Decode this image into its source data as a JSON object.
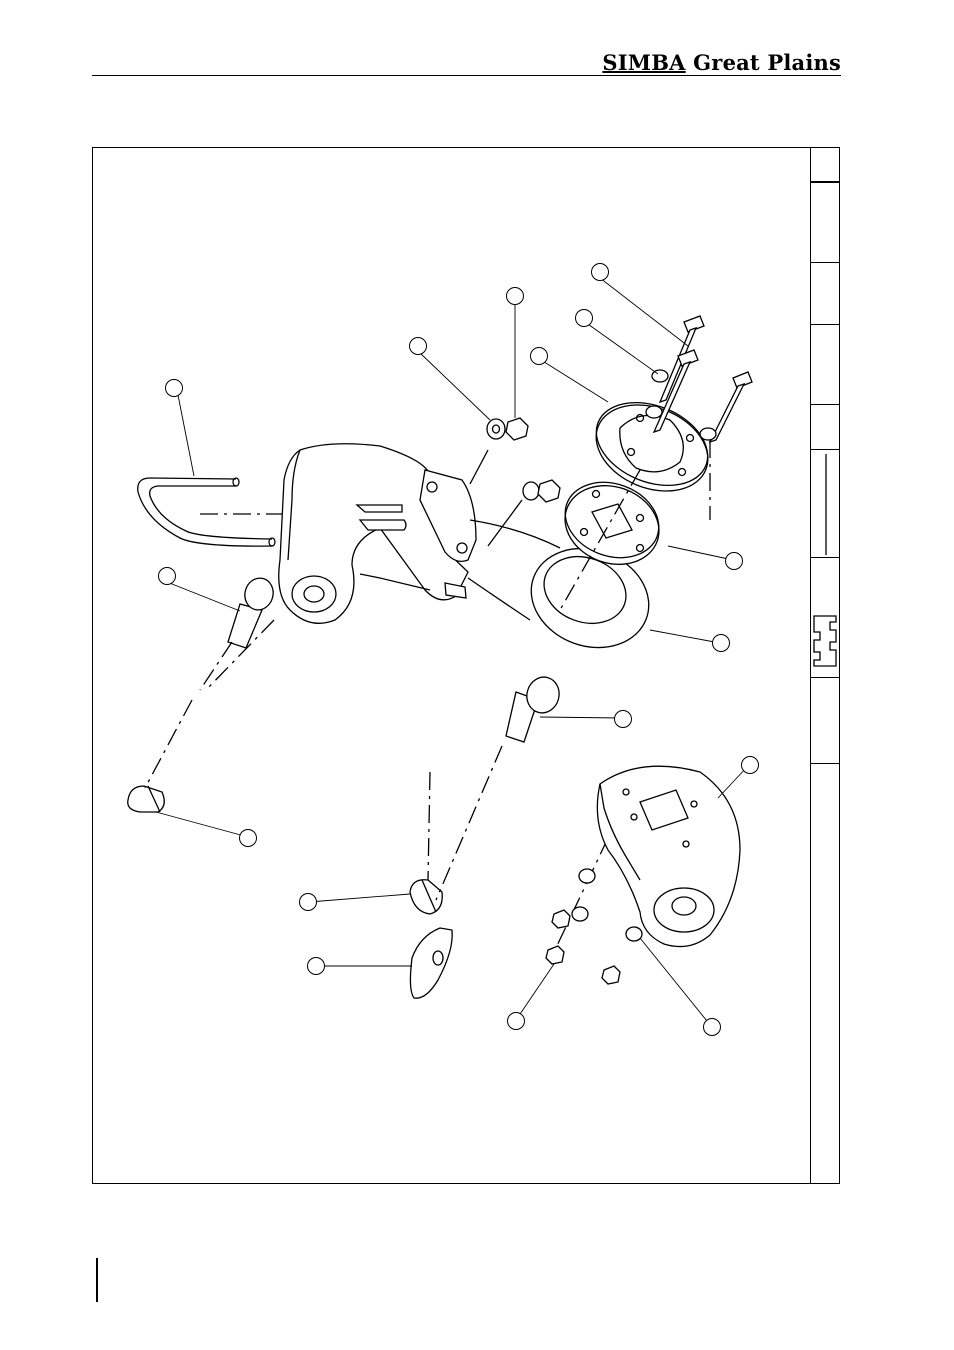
{
  "header": {
    "brand_part1": "SIMBA",
    "brand_part2": " Great Plains"
  },
  "drawing": {
    "type": "exploded parts diagram",
    "balloons": [
      "",
      "",
      "",
      "",
      "",
      "",
      "",
      "",
      "",
      "",
      "",
      "",
      "",
      "",
      "",
      "",
      "",
      ""
    ]
  }
}
